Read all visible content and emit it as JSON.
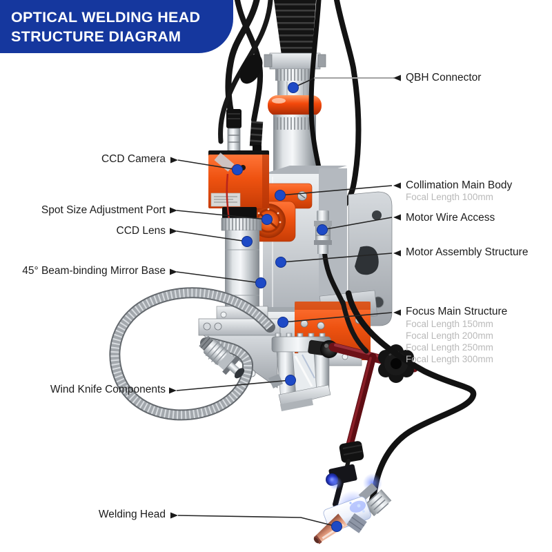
{
  "banner": {
    "title_line1": "OPTICAL WELDING HEAD",
    "title_line2": "STRUCTURE DIAGRAM"
  },
  "colors": {
    "banner_bg": "#15379E",
    "label_text": "#1c1c1c",
    "sub_label_gray": "#b9b9b9",
    "callout_dot_blue": "#1e4ac6",
    "device_orange": "#e8520e",
    "callout_line": "#2b2b2b"
  },
  "callouts": {
    "qbh": {
      "label": "QBH Connector"
    },
    "ccd_camera": {
      "label": "CCD Camera"
    },
    "collimation": {
      "label": "Collimation Main Body",
      "sublabels": [
        "Focal Length 100mm"
      ]
    },
    "spot_size": {
      "label": "Spot Size Adjustment Port"
    },
    "motor_wire": {
      "label": "Motor Wire Access"
    },
    "ccd_lens": {
      "label": "CCD Lens"
    },
    "motor_assembly": {
      "label": "Motor Assembly Structure"
    },
    "mirror_base": {
      "label": "45° Beam-binding Mirror Base"
    },
    "focus": {
      "label": "Focus Main Structure",
      "sublabels": [
        "Focal Length 150mm",
        "Focal Length 200mm",
        "Focal Length 250mm",
        "Focal Length 300mm"
      ]
    },
    "wind_knife": {
      "label": "Wind Knife Components"
    },
    "welding_head": {
      "label": "Welding Head"
    }
  }
}
